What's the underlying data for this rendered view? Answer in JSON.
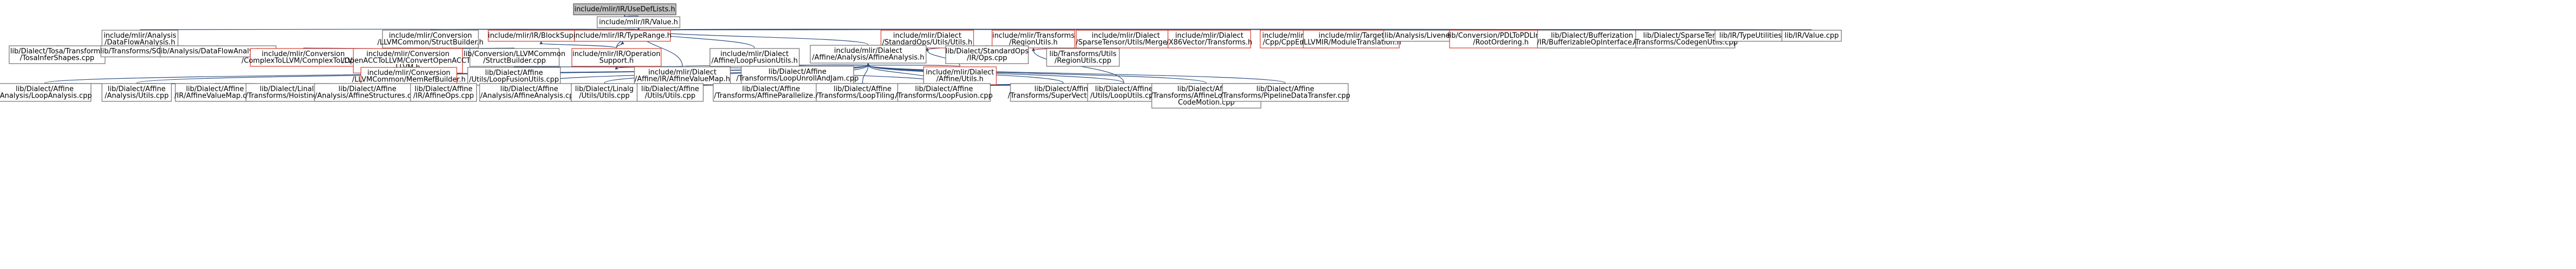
{
  "graph": {
    "nodes": [
      {
        "id": "use-def-lists",
        "lines": [
          "include/mlir/IR/UseDefLists.h"
        ],
        "style": "root"
      },
      {
        "id": "value-h",
        "lines": [
          "include/mlir/IR/Value.h"
        ],
        "style": "normal"
      },
      {
        "id": "dataflow-analysis-h",
        "lines": [
          "include/mlir/Analysis",
          "/DataFlowAnalysis.h"
        ],
        "style": "normal"
      },
      {
        "id": "struct-builder-h",
        "lines": [
          "include/mlir/Conversion",
          "/LLVMCommon/StructBuilder.h"
        ],
        "style": "normal"
      },
      {
        "id": "block-support-h",
        "lines": [
          "include/mlir/IR/BlockSupport.h"
        ],
        "style": "red"
      },
      {
        "id": "type-range-h",
        "lines": [
          "include/mlir/IR/TypeRange.h"
        ],
        "style": "red"
      },
      {
        "id": "standard-ops-utils-h",
        "lines": [
          "include/mlir/Dialect",
          "/StandardOps/Utils/Utils.h"
        ],
        "style": "red"
      },
      {
        "id": "transforms-region-utils-h",
        "lines": [
          "include/mlir/Transforms",
          "/RegionUtils.h"
        ],
        "style": "red"
      },
      {
        "id": "sparse-tensor-merger-h",
        "lines": [
          "include/mlir/Dialect",
          "/SparseTensor/Utils/Merger.h"
        ],
        "style": "red"
      },
      {
        "id": "x86vector-transforms-h",
        "lines": [
          "include/mlir/Dialect",
          "/X86Vector/Transforms.h"
        ],
        "style": "red"
      },
      {
        "id": "cpp-emitter-h",
        "lines": [
          "include/mlir/Target",
          "/Cpp/CppEmitter.h"
        ],
        "style": "red"
      },
      {
        "id": "module-translation-h",
        "lines": [
          "include/mlir/Target",
          "/LLVMIR/ModuleTranslation.h"
        ],
        "style": "red"
      },
      {
        "id": "liveness-cpp",
        "lines": [
          "lib/Analysis/Liveness.cpp"
        ],
        "style": "normal"
      },
      {
        "id": "pdl-root-ordering-h",
        "lines": [
          "lib/Conversion/PDLToPDLInterp",
          "/RootOrdering.h"
        ],
        "style": "red"
      },
      {
        "id": "bufferizable-op-interface-cpp",
        "lines": [
          "lib/Dialect/Bufferization",
          "/IR/BufferizableOpInterface.cpp"
        ],
        "style": "normal"
      },
      {
        "id": "codegen-utils-cpp",
        "lines": [
          "lib/Dialect/SparseTensor",
          "/Transforms/CodegenUtils.cpp"
        ],
        "style": "normal"
      },
      {
        "id": "type-utilities-cpp",
        "lines": [
          "lib/IR/TypeUtilities.cpp"
        ],
        "style": "normal"
      },
      {
        "id": "value-cpp",
        "lines": [
          "lib/IR/Value.cpp"
        ],
        "style": "normal"
      },
      {
        "id": "tosa-infer-shapes-cpp",
        "lines": [
          "lib/Dialect/Tosa/Transforms",
          "/TosaInferShapes.cpp"
        ],
        "style": "normal"
      },
      {
        "id": "sccp-cpp",
        "lines": [
          "lib/Transforms/SCCP.cpp"
        ],
        "style": "normal"
      },
      {
        "id": "dataflow-analysis-cpp",
        "lines": [
          "lib/Analysis/DataFlowAnalysis.cpp"
        ],
        "style": "normal"
      },
      {
        "id": "complex-to-llvm-h",
        "lines": [
          "include/mlir/Conversion",
          "/ComplexToLLVM/ComplexToLLVM.h"
        ],
        "style": "red"
      },
      {
        "id": "openacc-to-llvm-h",
        "lines": [
          "include/mlir/Conversion",
          "/OpenACCToLLVM/ConvertOpenACCTo",
          "LLVM.h"
        ],
        "style": "red"
      },
      {
        "id": "struct-builder-cpp",
        "lines": [
          "lib/Conversion/LLVMCommon",
          "/StructBuilder.cpp"
        ],
        "style": "normal"
      },
      {
        "id": "operation-support-h",
        "lines": [
          "include/mlir/IR/Operation",
          "Support.h"
        ],
        "style": "red"
      },
      {
        "id": "memref-builder-h",
        "lines": [
          "include/mlir/Conversion",
          "/LLVMCommon/MemRefBuilder.h"
        ],
        "style": "red"
      },
      {
        "id": "loop-fusion-utils-h",
        "lines": [
          "include/mlir/Dialect",
          "/Affine/LoopFusionUtils.h"
        ],
        "style": "normal"
      },
      {
        "id": "affine-analysis-h",
        "lines": [
          "include/mlir/Dialect",
          "/Affine/Analysis/AffineAnalysis.h"
        ],
        "style": "normal"
      },
      {
        "id": "standard-ops-ir-ops-cpp",
        "lines": [
          "lib/Dialect/StandardOps",
          "/IR/Ops.cpp"
        ],
        "style": "normal"
      },
      {
        "id": "transforms-region-utils-cpp",
        "lines": [
          "lib/Transforms/Utils",
          "/RegionUtils.cpp"
        ],
        "style": "normal"
      },
      {
        "id": "affine-value-map-h",
        "lines": [
          "include/mlir/Dialect",
          "/Affine/IR/AffineValueMap.h"
        ],
        "style": "normal"
      },
      {
        "id": "loop-fusion-utils-cpp",
        "lines": [
          "lib/Dialect/Affine",
          "/Utils/LoopFusionUtils.cpp"
        ],
        "style": "normal"
      },
      {
        "id": "loop-unroll-and-jam-cpp",
        "lines": [
          "lib/Dialect/Affine",
          "/Transforms/LoopUnrollAndJam.cpp"
        ],
        "style": "normal"
      },
      {
        "id": "affine-utils-h",
        "lines": [
          "include/mlir/Dialect",
          "/Affine/Utils.h"
        ],
        "style": "red"
      },
      {
        "id": "loop-analysis-cpp",
        "lines": [
          "lib/Dialect/Affine",
          "/Analysis/LoopAnalysis.cpp"
        ],
        "style": "normal"
      },
      {
        "id": "affine-analysis-utils-cpp",
        "lines": [
          "lib/Dialect/Affine",
          "/Analysis/Utils.cpp"
        ],
        "style": "normal"
      },
      {
        "id": "affine-value-map-cpp",
        "lines": [
          "lib/Dialect/Affine",
          "/IR/AffineValueMap.cpp"
        ],
        "style": "normal"
      },
      {
        "id": "linalg-hoisting-cpp",
        "lines": [
          "lib/Dialect/Linalg",
          "/Transforms/Hoisting.cpp"
        ],
        "style": "normal"
      },
      {
        "id": "affine-structures-cpp",
        "lines": [
          "lib/Dialect/Affine",
          "/Analysis/AffineStructures.cpp"
        ],
        "style": "normal"
      },
      {
        "id": "affine-ops-cpp",
        "lines": [
          "lib/Dialect/Affine",
          "/IR/AffineOps.cpp"
        ],
        "style": "normal"
      },
      {
        "id": "affine-analysis-cpp",
        "lines": [
          "lib/Dialect/Affine",
          "/Analysis/AffineAnalysis.cpp"
        ],
        "style": "normal"
      },
      {
        "id": "linalg-utils-cpp",
        "lines": [
          "lib/Dialect/Linalg",
          "/Utils/Utils.cpp"
        ],
        "style": "normal"
      },
      {
        "id": "affine-utils-utils-cpp",
        "lines": [
          "lib/Dialect/Affine",
          "/Utils/Utils.cpp"
        ],
        "style": "normal"
      },
      {
        "id": "affine-parallelize-cpp",
        "lines": [
          "lib/Dialect/Affine",
          "/Transforms/AffineParallelize.cpp"
        ],
        "style": "normal"
      },
      {
        "id": "loop-tiling-cpp",
        "lines": [
          "lib/Dialect/Affine",
          "/Transforms/LoopTiling.cpp"
        ],
        "style": "normal"
      },
      {
        "id": "loop-fusion-cpp",
        "lines": [
          "lib/Dialect/Affine",
          "/Transforms/LoopFusion.cpp"
        ],
        "style": "normal"
      },
      {
        "id": "super-vectorize-cpp",
        "lines": [
          "lib/Dialect/Affine",
          "/Transforms/SuperVectorize.cpp"
        ],
        "style": "normal"
      },
      {
        "id": "loop-utils-cpp",
        "lines": [
          "lib/Dialect/Affine",
          "/Utils/LoopUtils.cpp"
        ],
        "style": "normal"
      },
      {
        "id": "loop-invariant-code-motion-cpp",
        "lines": [
          "lib/Dialect/Affine",
          "/Transforms/AffineLoopInvariant",
          "CodeMotion.cpp"
        ],
        "style": "normal"
      },
      {
        "id": "pipeline-data-transfer-cpp",
        "lines": [
          "lib/Dialect/Affine",
          "/Transforms/PipelineDataTransfer.cpp"
        ],
        "style": "normal"
      }
    ],
    "edges": [
      [
        "use-def-lists",
        "value-h"
      ],
      [
        "value-h",
        "dataflow-analysis-h"
      ],
      [
        "value-h",
        "struct-builder-h"
      ],
      [
        "value-h",
        "block-support-h"
      ],
      [
        "value-h",
        "type-range-h"
      ],
      [
        "value-h",
        "operation-support-h"
      ],
      [
        "value-h",
        "standard-ops-utils-h"
      ],
      [
        "value-h",
        "transforms-region-utils-h"
      ],
      [
        "value-h",
        "sparse-tensor-merger-h"
      ],
      [
        "value-h",
        "x86vector-transforms-h"
      ],
      [
        "value-h",
        "cpp-emitter-h"
      ],
      [
        "value-h",
        "module-translation-h"
      ],
      [
        "value-h",
        "liveness-cpp"
      ],
      [
        "value-h",
        "pdl-root-ordering-h"
      ],
      [
        "value-h",
        "bufferizable-op-interface-cpp"
      ],
      [
        "value-h",
        "codegen-utils-cpp"
      ],
      [
        "value-h",
        "type-utilities-cpp"
      ],
      [
        "value-h",
        "value-cpp"
      ],
      [
        "value-h",
        "loop-fusion-utils-h"
      ],
      [
        "value-h",
        "affine-analysis-h"
      ],
      [
        "value-h",
        "affine-value-map-h"
      ],
      [
        "dataflow-analysis-h",
        "tosa-infer-shapes-cpp"
      ],
      [
        "dataflow-analysis-h",
        "sccp-cpp"
      ],
      [
        "dataflow-analysis-h",
        "dataflow-analysis-cpp"
      ],
      [
        "struct-builder-h",
        "complex-to-llvm-h"
      ],
      [
        "struct-builder-h",
        "openacc-to-llvm-h"
      ],
      [
        "struct-builder-h",
        "struct-builder-cpp"
      ],
      [
        "struct-builder-h",
        "memref-builder-h"
      ],
      [
        "block-support-h",
        "operation-support-h"
      ],
      [
        "type-range-h",
        "operation-support-h"
      ],
      [
        "operation-support-h",
        "affine-value-map-h"
      ],
      [
        "standard-ops-utils-h",
        "standard-ops-ir-ops-cpp"
      ],
      [
        "standard-ops-utils-h",
        "affine-utils-h"
      ],
      [
        "transforms-region-utils-h",
        "transforms-region-utils-cpp"
      ],
      [
        "transforms-region-utils-h",
        "loop-utils-cpp"
      ],
      [
        "loop-fusion-utils-h",
        "loop-fusion-utils-cpp"
      ],
      [
        "loop-fusion-utils-h",
        "loop-fusion-cpp"
      ],
      [
        "affine-analysis-h",
        "loop-unroll-and-jam-cpp"
      ],
      [
        "affine-analysis-h",
        "affine-value-map-h"
      ],
      [
        "affine-analysis-h",
        "affine-utils-h"
      ],
      [
        "affine-analysis-h",
        "loop-analysis-cpp"
      ],
      [
        "affine-analysis-h",
        "affine-analysis-utils-cpp"
      ],
      [
        "affine-analysis-h",
        "affine-analysis-cpp"
      ],
      [
        "affine-analysis-h",
        "linalg-utils-cpp"
      ],
      [
        "affine-analysis-h",
        "affine-parallelize-cpp"
      ],
      [
        "affine-analysis-h",
        "loop-tiling-cpp"
      ],
      [
        "affine-analysis-h",
        "loop-fusion-cpp"
      ],
      [
        "affine-analysis-h",
        "super-vectorize-cpp"
      ],
      [
        "affine-analysis-h",
        "loop-utils-cpp"
      ],
      [
        "affine-analysis-h",
        "loop-invariant-code-motion-cpp"
      ],
      [
        "affine-analysis-h",
        "pipeline-data-transfer-cpp"
      ],
      [
        "affine-value-map-h",
        "loop-analysis-cpp"
      ],
      [
        "affine-value-map-h",
        "affine-analysis-utils-cpp"
      ],
      [
        "affine-value-map-h",
        "affine-value-map-cpp"
      ],
      [
        "affine-value-map-h",
        "linalg-hoisting-cpp"
      ],
      [
        "affine-value-map-h",
        "affine-structures-cpp"
      ],
      [
        "affine-value-map-h",
        "affine-ops-cpp"
      ],
      [
        "affine-value-map-h",
        "affine-analysis-cpp"
      ],
      [
        "affine-value-map-h",
        "linalg-utils-cpp"
      ],
      [
        "affine-value-map-h",
        "affine-utils-utils-cpp"
      ],
      [
        "affine-value-map-h",
        "affine-parallelize-cpp"
      ],
      [
        "affine-value-map-h",
        "loop-tiling-cpp"
      ],
      [
        "affine-utils-h",
        "affine-utils-utils-cpp"
      ],
      [
        "affine-utils-h",
        "affine-parallelize-cpp"
      ],
      [
        "affine-utils-h",
        "loop-tiling-cpp"
      ],
      [
        "affine-utils-h",
        "loop-fusion-cpp"
      ],
      [
        "affine-utils-h",
        "super-vectorize-cpp"
      ],
      [
        "affine-utils-h",
        "loop-utils-cpp"
      ],
      [
        "affine-utils-h",
        "loop-invariant-code-motion-cpp"
      ],
      [
        "affine-utils-h",
        "pipeline-data-transfer-cpp"
      ]
    ]
  }
}
